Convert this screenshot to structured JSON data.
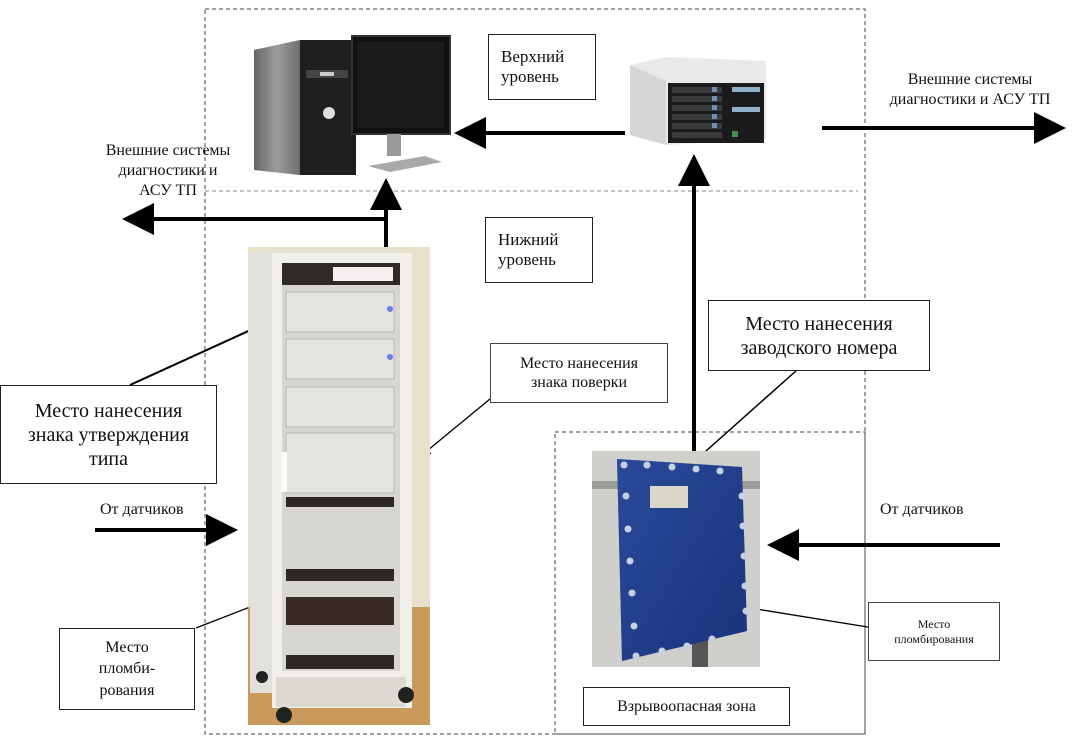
{
  "diagram": {
    "zones": {
      "upper_level_label": [
        "Верхний",
        "уровень"
      ],
      "lower_level_label": [
        "Нижний",
        "уровень"
      ],
      "hazardous_zone_label": "Взрывоопасная зона"
    },
    "external_systems": {
      "left": [
        "Внешние системы",
        "диагностики и",
        "АСУ ТП"
      ],
      "right": [
        "Внешние системы",
        "диагностики и АСУ ТП"
      ]
    },
    "sensors": {
      "left": "От датчиков",
      "right": "От датчиков"
    },
    "callouts": {
      "type_approval_mark": [
        "Место нанесения",
        "знака утверждения",
        "типа"
      ],
      "verification_mark": [
        "Место нанесения",
        "знака поверки"
      ],
      "serial_number": [
        "Место нанесения",
        "заводского номера"
      ],
      "sealing_left": [
        "Место",
        "пломби-",
        "рования"
      ],
      "sealing_right": [
        "Место",
        "пломбирования"
      ]
    },
    "devices": [
      {
        "name": "workstation",
        "icon": "desktop-computer-icon"
      },
      {
        "name": "server",
        "icon": "rack-server-icon"
      },
      {
        "name": "cabinet",
        "icon": "equipment-cabinet-icon"
      },
      {
        "name": "explosion-proof-enclosure",
        "icon": "explosion-proof-box-icon"
      }
    ],
    "colors": {
      "enclosure_blue": "#1f3f8f",
      "cabinet_grey": "#dcdad2",
      "floor_wood": "#c99a5b"
    }
  }
}
